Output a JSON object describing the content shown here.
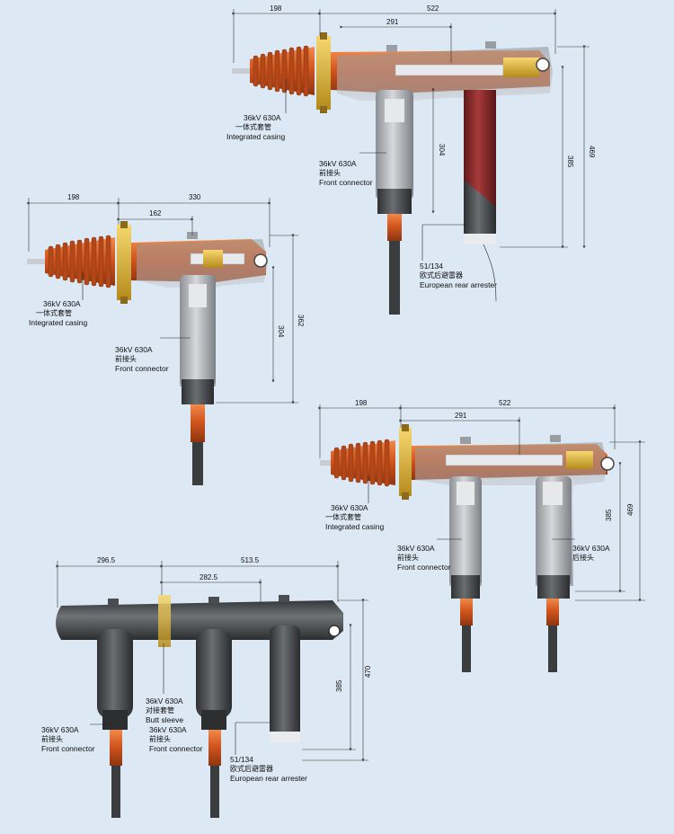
{
  "colors": {
    "background": "#dce8f3",
    "insulator_orange": "#d2561e",
    "housing_grey": "#b4b7bb",
    "dark_grey": "#4b4e51",
    "arrester_red": "#8a2b2b",
    "cable": "#3a3c3e",
    "brass": "#e8b93a"
  },
  "labels": {
    "casing_line1": "36kV 630A",
    "casing_line2": "一体式套管",
    "casing_line3": "Integrated casing",
    "front_line1": "36kV 630A",
    "front_line2": "前接头",
    "front_line3": "Front connector",
    "rear_line1": "36kV 630A",
    "rear_line2": "后接头",
    "arrester_line1": "51/134",
    "arrester_line2": "欧式后避雷器",
    "arrester_line3": "European rear arrester",
    "butt_line1": "36kV 630A",
    "butt_line2": "对接套管",
    "butt_line3": "Butt sleeve"
  },
  "dimensions": {
    "a_198": "198",
    "a_291": "291",
    "a_522": "522",
    "a_304": "304",
    "a_385": "385",
    "a_469": "469",
    "b_198": "198",
    "b_162": "162",
    "b_330": "330",
    "b_304": "304",
    "b_362": "362",
    "c_198": "198",
    "c_291": "291",
    "c_522": "522",
    "c_385": "385",
    "c_469": "469",
    "d_296": "296.5",
    "d_282": "282.5",
    "d_513": "513.5",
    "d_385": "385",
    "d_470": "470"
  }
}
